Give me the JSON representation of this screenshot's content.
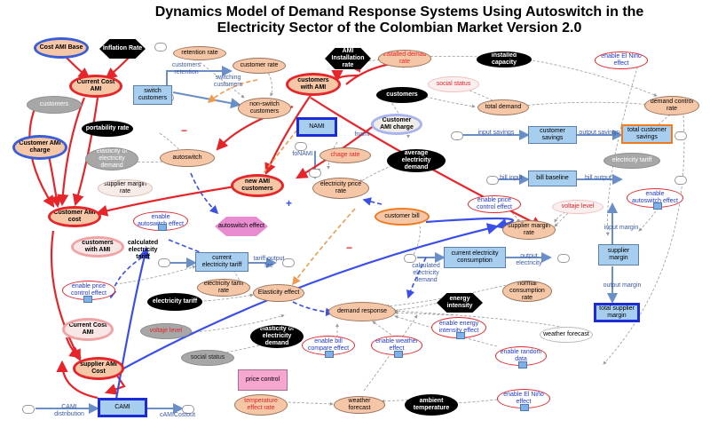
{
  "title": {
    "line1": "Dynamics Model of Demand Response Systems Using Autoswitch in the",
    "line2": "Electricity Sector of the Colombian Market Version 2.0"
  },
  "nodes": {
    "cost_ami_base": "Cost AMI Base",
    "inflation_rate": "Inflation Rate",
    "retention_rate": "retention rate",
    "customer_rate": "customer rate",
    "customers_with_ami": "customers with AMI",
    "ami_installation_rate": "AMI Installation rate",
    "installed_demad_rate": "installed demad rate",
    "installed_capacity": "installed capacity",
    "enable_el_nino_effect_top": "enable El Niño effect",
    "current_cost_ami_top": "Current Cost AMI",
    "switch_customers": "switch customers",
    "non_switch_customers": "non-switch customers",
    "customers_left": "customers",
    "customers_black": "customers",
    "social_status_top": "social status",
    "total_demand": "total demand",
    "demand_control_rate": "demand control rate",
    "customer_ami_charge_left": "Customer AMI charge",
    "portability_rate": "portability rate",
    "nami": "NAMI",
    "customer_ami_charge_mid": "Customer AMI charge",
    "customer_savings": "customer savings",
    "total_customer_savings": "total customer savings",
    "elasticity_of_electricity_demand_grey": "elasticity of electricity demand",
    "autoswitch": "autoswitch",
    "chage_rate": "chage rate",
    "average_electricity_demand": "average electricity demand",
    "electricity_tariff_right": "electricity tariff",
    "bill_baseline": "bill baseline",
    "new_ami_customers": "new AMI customers",
    "electricity_price_rate": "electricity price rate",
    "supplier_margin_rate_top": "supplier margin rate",
    "enable_price_control_effect_right": "enable price control effect",
    "enable_autoswitch_effect_right": "enable autoswitch effect",
    "customer_ami_cost": "Customer AMI cost",
    "enable_autoswitch_effect_left": "enable autoswitch effect",
    "autoswitch_effect": "autoswitch effect",
    "customer_bill": "customer bill",
    "voltaje_level_right": "voltaje level",
    "supplier_margin_rate": "supplier margin rate",
    "customers_with_ami_left": "customers with AMI",
    "calculated_electricity_tariff": "calculated electricity tariff",
    "current_electricity_tariff": "current electricity tariff",
    "current_electricity_consumption": "current electricity consumption",
    "supplier_margin": "supplier margin",
    "enable_price_control_effect_left": "enable price control effect",
    "electricity_tariff_rate": "electricity tariff rate",
    "elasticity_effect": "Elasticity effect",
    "normal_consumption_rate": "normal consumption rate",
    "electricity_tariff_black": "electricity tariff",
    "energy_intensity": "energy intensity",
    "demand_response": "demand response",
    "total_supplier_margin": "total supplier margin",
    "current_cost_ami_bottom": "Current Cost AMI",
    "voltaje_level_left": "voltaje level",
    "elasticity_of_electricity_demand_black": "elasticity of electricity demand",
    "enable_bill_compare_effect": "enable bill compare effect",
    "enable_weather_effect": "enable weather effect",
    "enable_energy_intensity_effect": "enable energy intensity effect",
    "weather_forecast_right": "weather forecast",
    "enable_random_data": "enable random data",
    "social_status_bottom": "social status",
    "supplier_ami_cost": "supplier AMI Cost",
    "price_control": "price control",
    "temperature_effect_rate": "temperature effect rate",
    "weather_forecast_bottom": "weather forecast",
    "ambient_temperature": "ambient temperature",
    "enable_el_nino_effect_bottom": "enable El Niño effect",
    "cami": "CAMI"
  },
  "flow_labels": {
    "customers_retention": "customers retention",
    "switching_customers": "switching customers",
    "fnami": "fnami",
    "fonami": "foNAMI",
    "input_savings": "input savings",
    "output_savings": "output savings",
    "bill_input": "bill input",
    "bill_output": "bill output",
    "input_margin": "input margin",
    "output_margin": "output margin",
    "tariff_output_fee": "tariff output fee",
    "calculated_electricity_demand": "calculated electricity demand",
    "output_electricity": "output electricity",
    "cami_distribution": "CAMI distribution",
    "cami_costout": "cAMICostout"
  },
  "markers": {
    "minus": "−",
    "plus": "+"
  },
  "colors": {
    "peach": "#f6c7a6",
    "stock_blue": "#a7cdef",
    "link_red": "#e6252a",
    "link_blue": "#3a4ee8",
    "link_orange": "#ef9a50",
    "link_grey": "#9a9a9a",
    "flow_blue": "#6a8fc8"
  }
}
